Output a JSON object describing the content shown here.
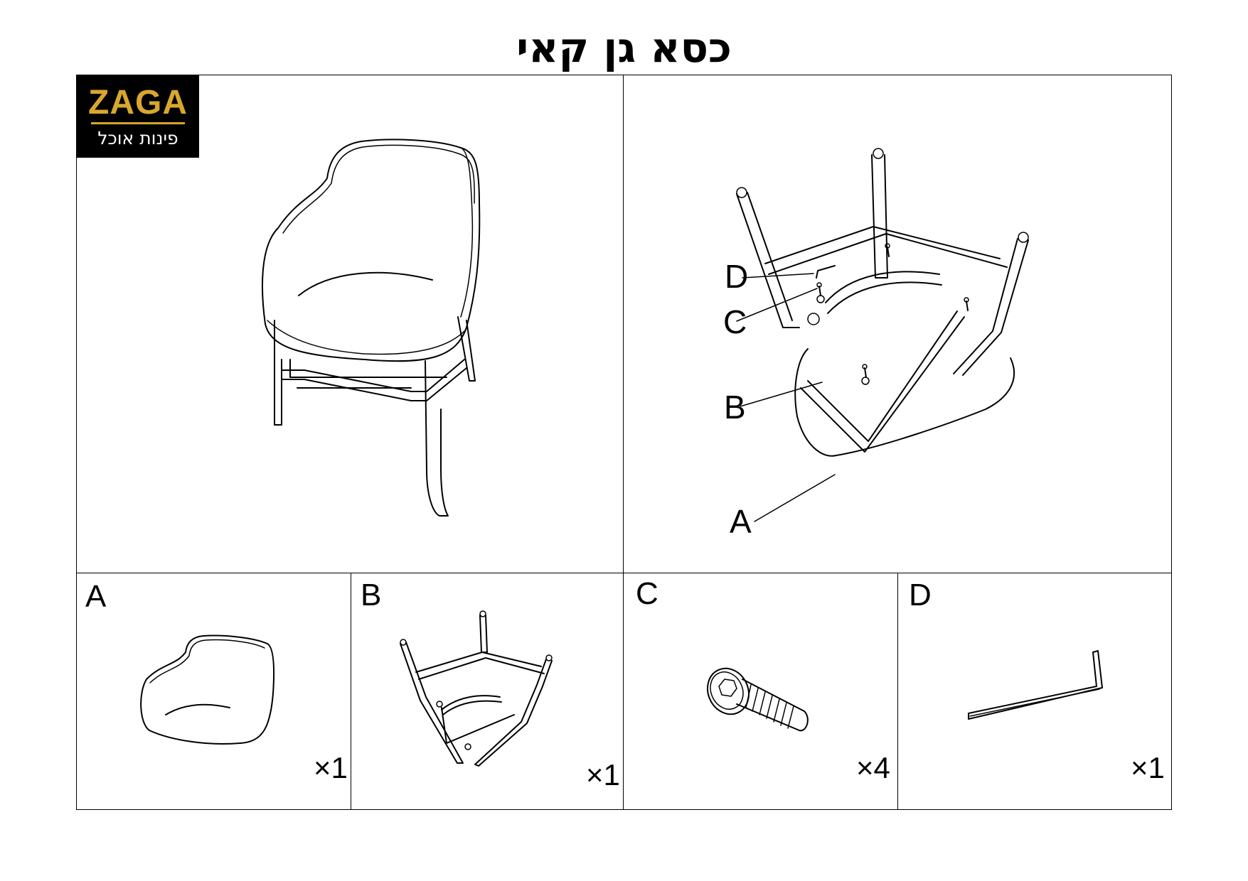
{
  "title": "כסא גן קאי",
  "logo": {
    "brand": "ZAGA",
    "tagline": "פינות אוכל"
  },
  "callouts": [
    {
      "letter": "D"
    },
    {
      "letter": "C"
    },
    {
      "letter": "B"
    },
    {
      "letter": "A"
    }
  ],
  "parts": [
    {
      "letter": "A",
      "quantity": "×1",
      "icon": "chair-seat-shell-icon"
    },
    {
      "letter": "B",
      "quantity": "×1",
      "icon": "chair-frame-icon"
    },
    {
      "letter": "C",
      "quantity": "×4",
      "icon": "hex-bolt-icon"
    },
    {
      "letter": "D",
      "quantity": "×1",
      "icon": "allen-key-icon"
    }
  ]
}
